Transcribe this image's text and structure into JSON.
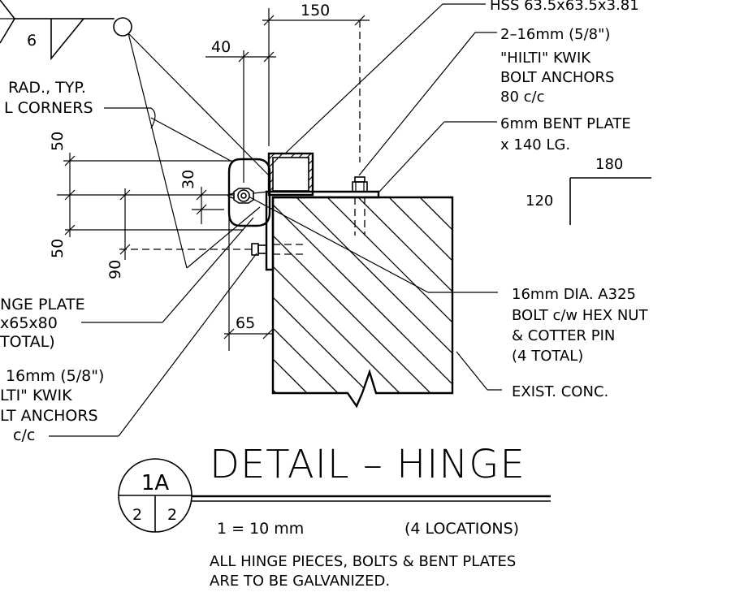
{
  "callouts_left": {
    "weld_size": "6",
    "radius_line1": "RAD., TYP.",
    "radius_line2": "L CORNERS",
    "hinge_line1": "NGE PLATE",
    "hinge_line2": "x65x80",
    "hinge_line3": "TOTAL)",
    "anchor_line1": "16mm (5/8\")",
    "anchor_line2": "LTI\" KWIK",
    "anchor_line3": "LT ANCHORS",
    "anchor_line4": "c/c"
  },
  "callouts_right": {
    "hss": "HSS 63.5x63.5x3.81",
    "anchor_line1": "2–16mm (5/8\")",
    "anchor_line2": "\"HILTI\" KWIK",
    "anchor_line3": "BOLT ANCHORS",
    "anchor_line4": "80 c/c",
    "plate_line1": "6mm BENT PLATE",
    "plate_line2": "x 140 LG.",
    "angle_horizontal": "180",
    "angle_vertical": "120",
    "bolt_line1": "16mm DIA. A325",
    "bolt_line2": "BOLT c/w HEX NUT",
    "bolt_line3": "& COTTER PIN",
    "bolt_line4": "(4 TOTAL)",
    "concrete": "EXIST. CONC."
  },
  "dimensions": {
    "d150": "150",
    "d40": "40",
    "d50_top": "50",
    "d30": "30",
    "d50_bottom": "50",
    "d90": "90",
    "d65": "65"
  },
  "title_block": {
    "detail_id": "1A",
    "sheet_left": "2",
    "sheet_right": "2",
    "title": "DETAIL – HINGE",
    "scale": "1 = 10 mm",
    "locations": "(4 LOCATIONS)",
    "note_line1": "ALL HINGE PIECES, BOLTS & BENT PLATES",
    "note_line2": "ARE TO BE GALVANIZED."
  }
}
